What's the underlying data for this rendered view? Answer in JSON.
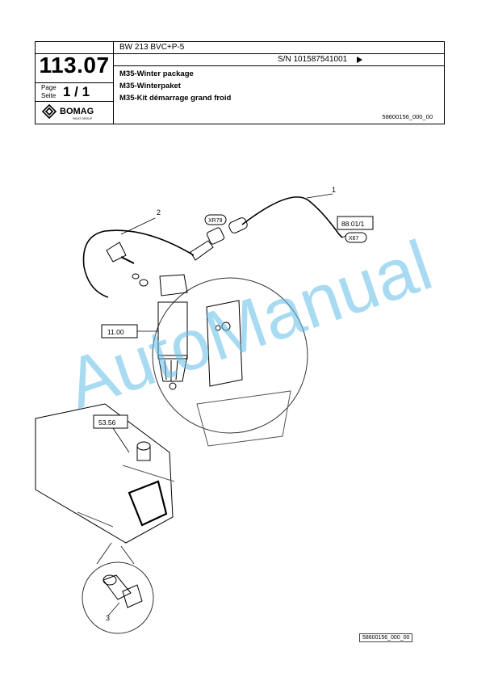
{
  "header": {
    "model": "BW 213 BVC+P-5",
    "serial_number": "S/N 101587541001",
    "page_number": "113.07",
    "page_label": "Page",
    "seite_label": "Seite",
    "page_count": "1 / 1",
    "logo_text": "BOMAG",
    "logo_subtext": "FAYAT GROUP",
    "titles": [
      "M35-Winter package",
      "M35-Winterpaket",
      "M35-Kit démarrage grand froid"
    ],
    "doc_ref": "58600156_000_00"
  },
  "drawing": {
    "callouts": [
      "1",
      "2",
      "3"
    ],
    "refs": {
      "xr79": "XR79",
      "ref_88": "88.01/1",
      "x67": "X67",
      "ref_11": "11.00",
      "ref_53": "53.56"
    },
    "bottom_ref": "58600156_000_00"
  },
  "watermark": "AutoManual"
}
